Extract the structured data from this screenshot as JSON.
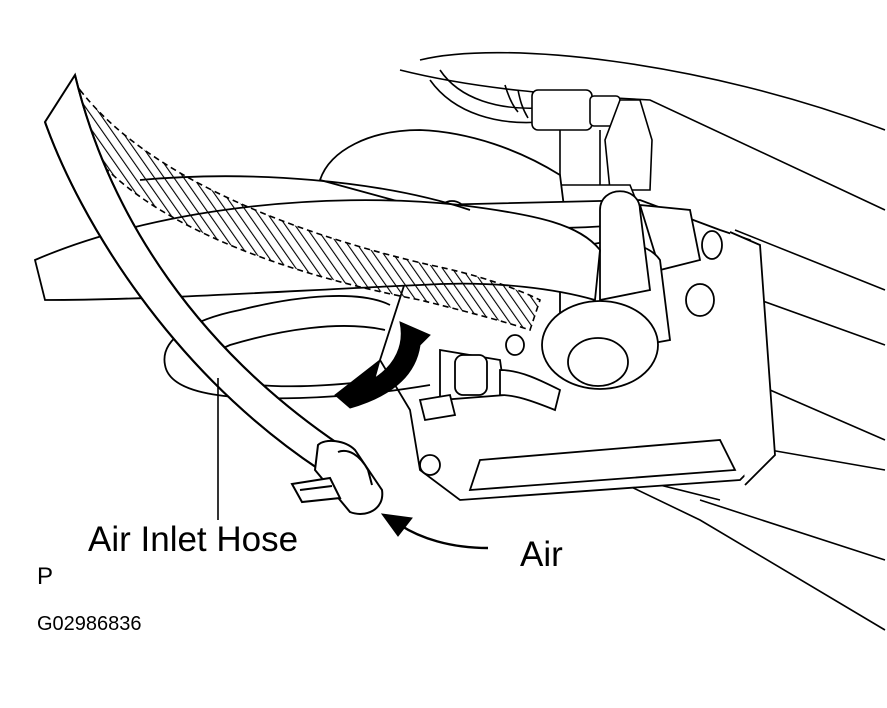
{
  "figure": {
    "labels": {
      "air_inlet_hose": "Air Inlet Hose",
      "air": "Air",
      "view_letter": "P",
      "figure_code": "G02986836"
    },
    "colors": {
      "ink": "#000000",
      "paper": "#ffffff"
    },
    "icons": {
      "flow_arrow": "curved-arrow-icon",
      "disconnect_arrow": "bold-curved-arrow-icon"
    }
  }
}
